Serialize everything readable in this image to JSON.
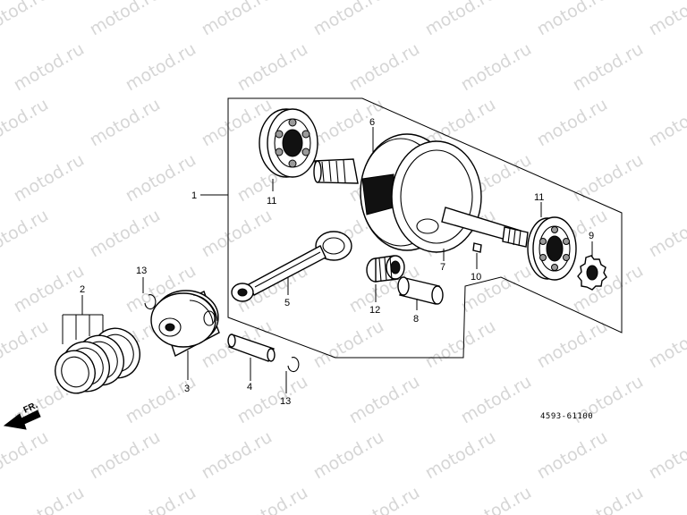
{
  "watermark": {
    "text": "motod.ru"
  },
  "figure_code": "4593-61100",
  "direction_label": "FR.",
  "callouts": {
    "c1": "1",
    "c2": "2",
    "c3": "3",
    "c4": "4",
    "c5": "5",
    "c6": "6",
    "c7": "7",
    "c8": "8",
    "c9": "9",
    "c10": "10",
    "c11a": "11",
    "c11b": "11",
    "c12": "12",
    "c13a": "13",
    "c13b": "13"
  }
}
